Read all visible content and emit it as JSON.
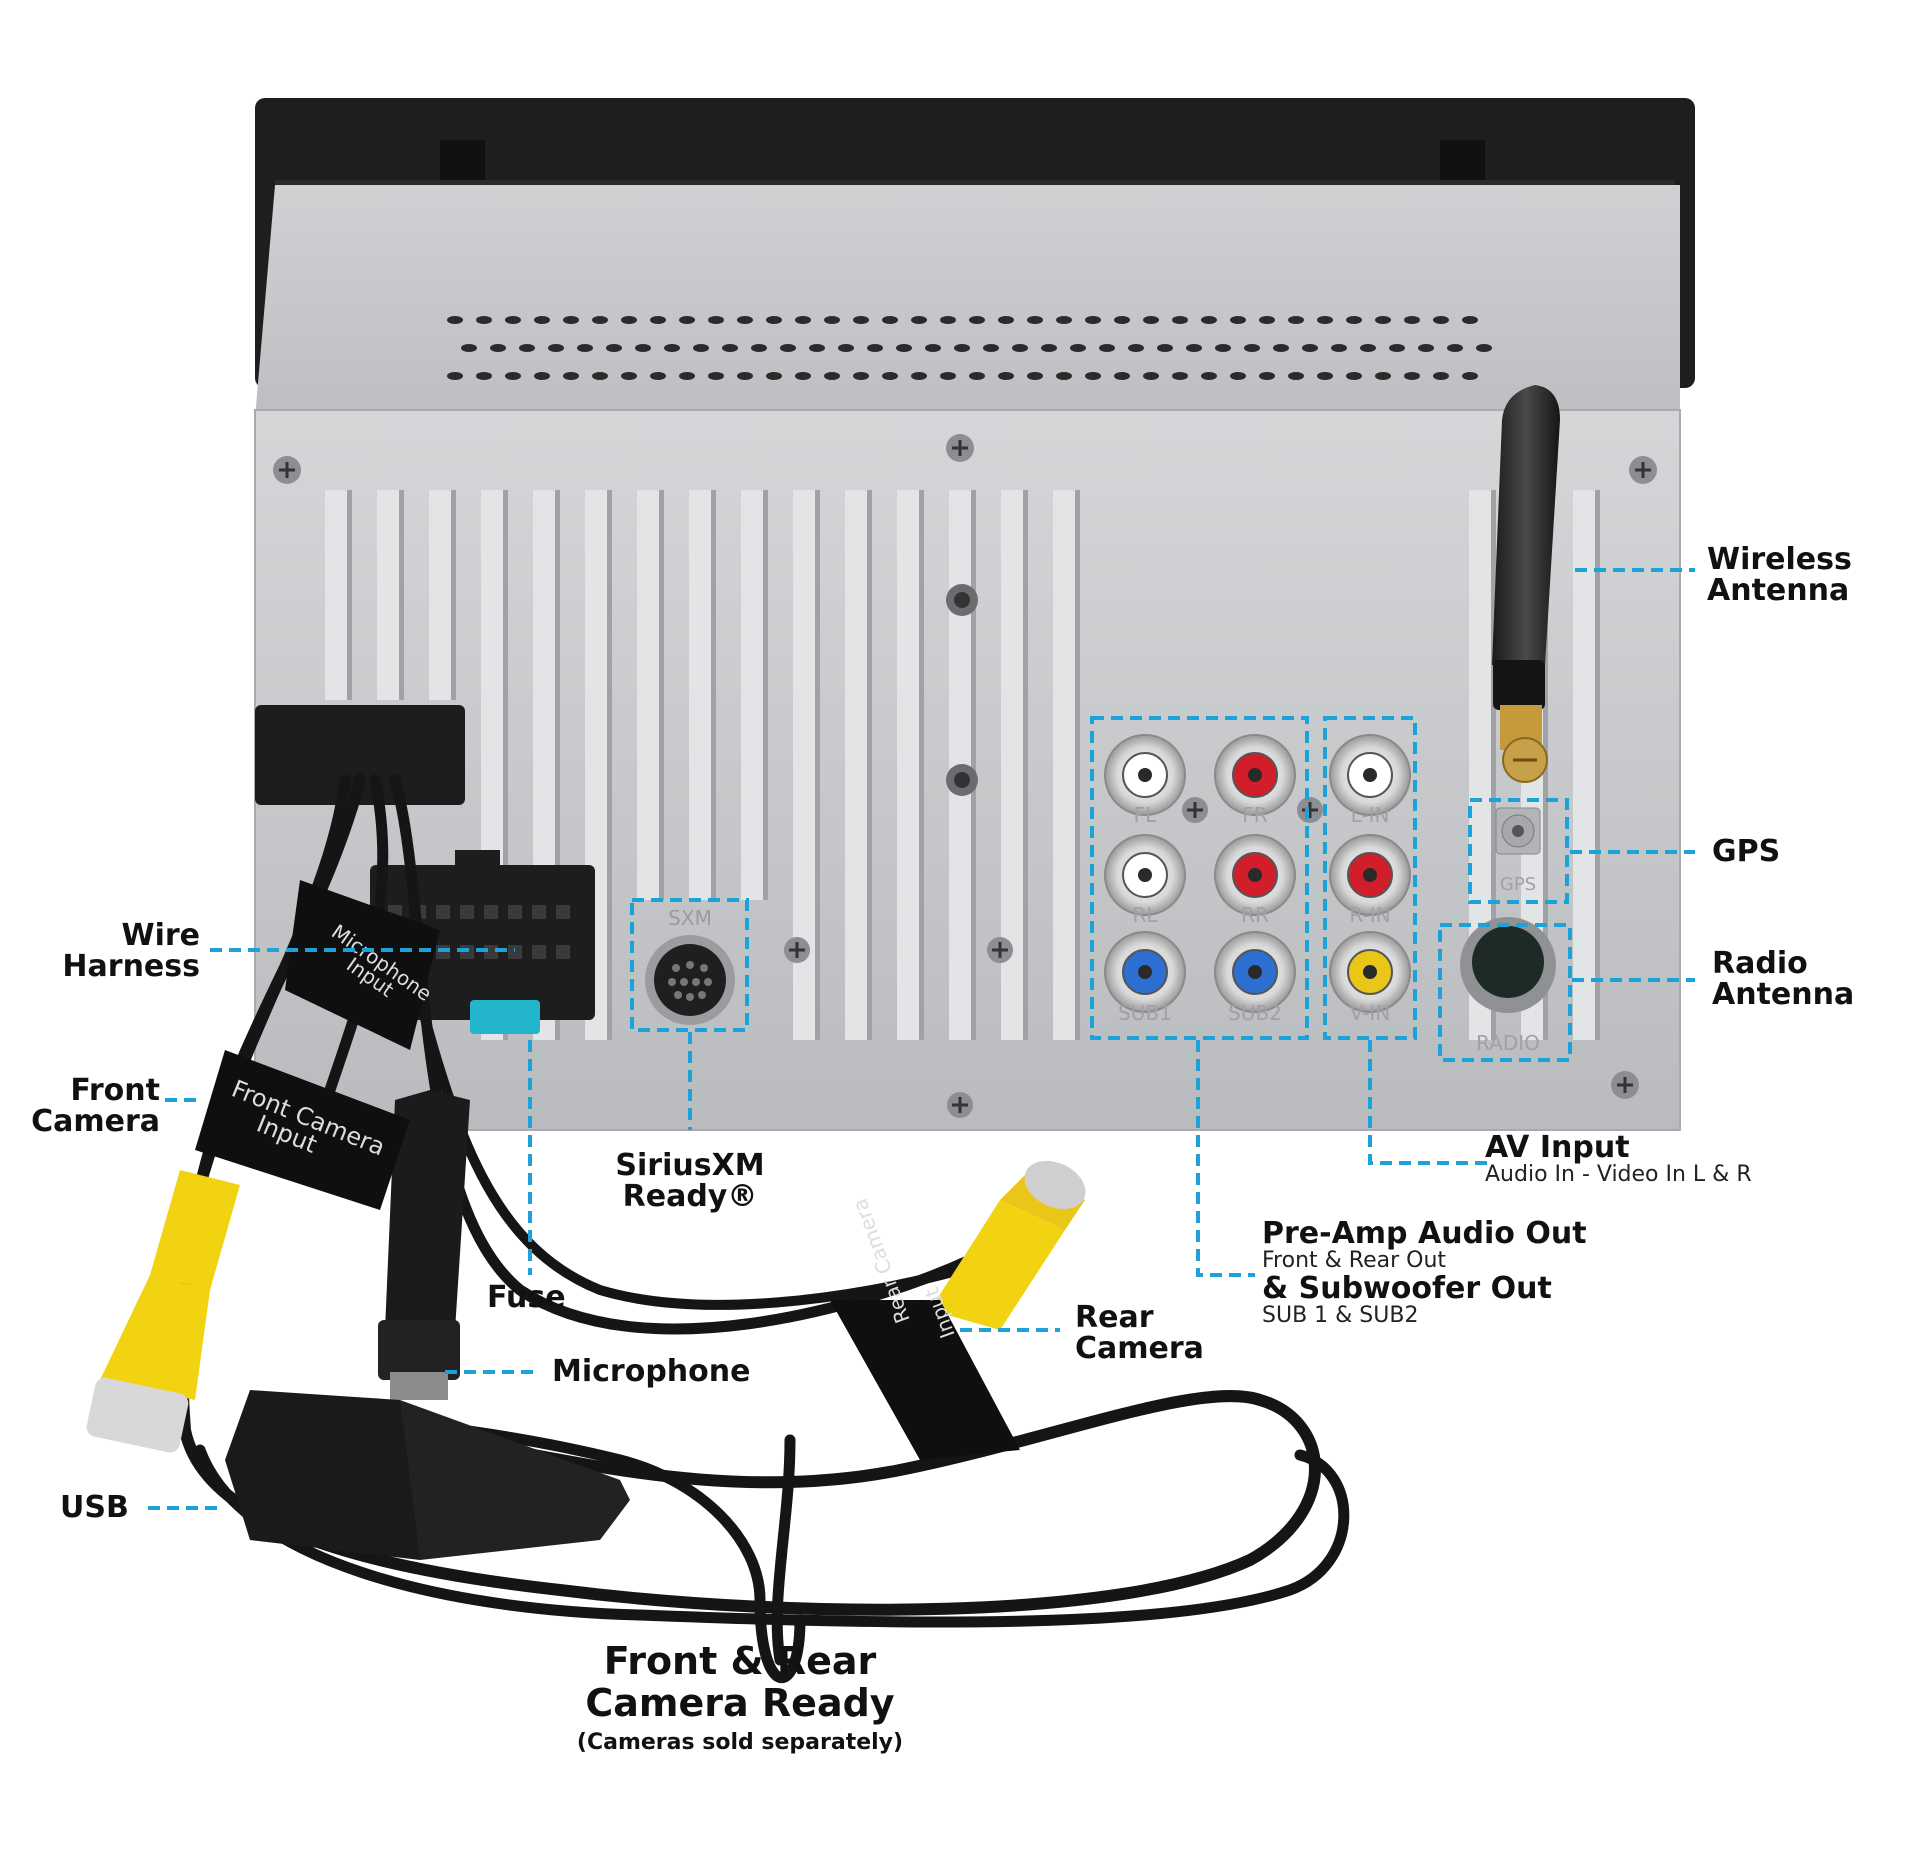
{
  "labels": {
    "wireless_antenna": [
      "Wireless",
      "Antenna"
    ],
    "gps": "GPS",
    "radio_antenna": [
      "Radio",
      "Antenna"
    ],
    "av_input_title": "AV Input",
    "av_input_sub": "Audio In - Video In L & R",
    "preamp_title": "Pre-Amp Audio Out",
    "preamp_sub": "Front  & Rear Out",
    "sub_title": "& Subwoofer Out",
    "sub_sub": "SUB 1 & SUB2",
    "wire_harness": [
      "Wire",
      "Harness"
    ],
    "front_camera": [
      "Front",
      "Camera"
    ],
    "siriusxm": [
      "SiriusXM",
      "Ready®"
    ],
    "fuse": "Fuse",
    "rear_camera": [
      "Rear",
      "Camera"
    ],
    "microphone": "Microphone",
    "usb": "USB",
    "camera_ready": [
      "Front & Rear",
      "Camera Ready"
    ],
    "camera_note": "(Cameras sold separately)"
  },
  "panel_markings": {
    "fl": "FL",
    "fr": "FR",
    "rl": "RL",
    "rr": "RR",
    "sub1": "SUB1",
    "sub2": "SUB2",
    "l_in": "L-IN",
    "r_in": "R-IN",
    "v_in": "V-IN",
    "gps": "GPS",
    "radio": "RADIO",
    "sxm": "SXM"
  },
  "cable_tags": {
    "microphone": [
      "Microphone",
      "Input"
    ],
    "front_camera": [
      "Front Camera",
      "Input"
    ],
    "rear_camera": [
      "Rear Camera",
      "Input"
    ]
  },
  "colors": {
    "callout": "#1da1d8",
    "rca_white": "#ffffff",
    "rca_red": "#d21e2a",
    "rca_blue": "#2c6fd1",
    "rca_yellow": "#e9c617",
    "plug_yellow": "#f2d312",
    "chassis": "#c9cbcd",
    "bezel": "#222222",
    "fuse": "#22b5cc"
  }
}
